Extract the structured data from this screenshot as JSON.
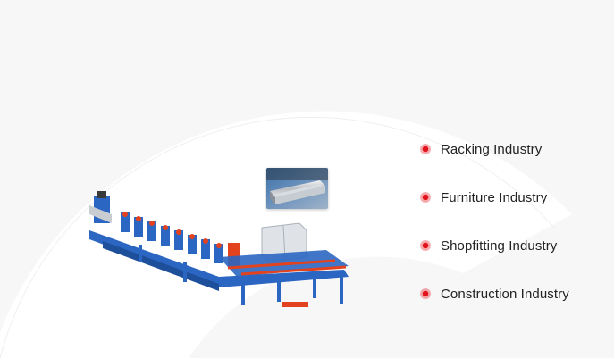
{
  "colors": {
    "page_background": "#f7f7f7",
    "arc_fill": "#ffffff",
    "bullet": "#e3131b",
    "machine_frame": "#2b66c2",
    "machine_accent": "#e2431e",
    "label_text": "#222222"
  },
  "visuals": {
    "machine_image": "roll-forming-machine-illustration",
    "product_image": "steel-tube-profile-photo"
  },
  "industries": [
    {
      "label": "Racking Industry",
      "icon": "red-dot-bullet-icon"
    },
    {
      "label": "Furniture Industry",
      "icon": "red-dot-bullet-icon"
    },
    {
      "label": "Shopfitting Industry",
      "icon": "red-dot-bullet-icon"
    },
    {
      "label": "Construction Industry",
      "icon": "red-dot-bullet-icon"
    }
  ]
}
